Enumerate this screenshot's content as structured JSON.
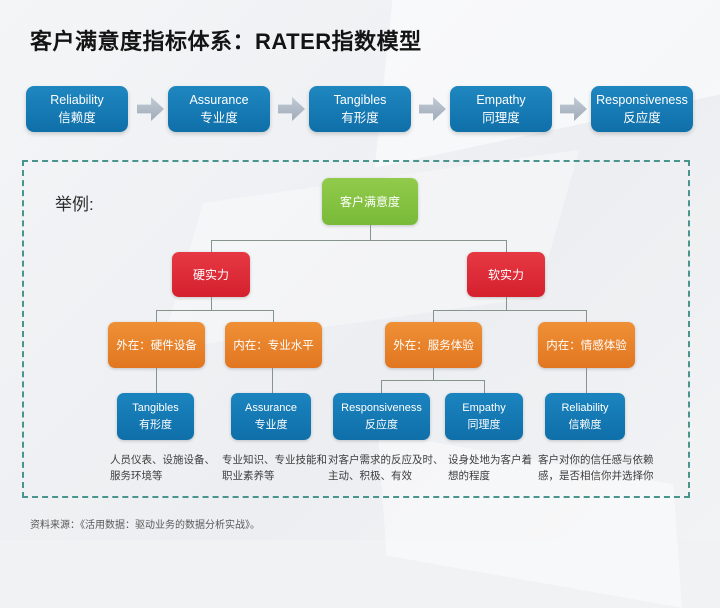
{
  "slide": {
    "title": "客户满意度指标体系：RATER指数模型",
    "source_note": "资料来源：《活用数据：驱动业务的数据分析实战》。"
  },
  "rater_flow": [
    {
      "en": "Reliability",
      "cn": "信赖度"
    },
    {
      "en": "Assurance",
      "cn": "专业度"
    },
    {
      "en": "Tangibles",
      "cn": "有形度"
    },
    {
      "en": "Empathy",
      "cn": "同理度"
    },
    {
      "en": "Responsiveness",
      "cn": "反应度"
    }
  ],
  "example": {
    "label": "举例:",
    "tree": {
      "root": "客户满意度",
      "branches": [
        "硬实力",
        "软实力"
      ],
      "aspects": [
        "外在：硬件设备",
        "内在：专业水平",
        "外在：服务体验",
        "内在：情感体验"
      ],
      "metrics": [
        {
          "en": "Tangibles",
          "cn": "有形度",
          "desc": "人员仪表、设施设备、服务环境等"
        },
        {
          "en": "Assurance",
          "cn": "专业度",
          "desc": "专业知识、专业技能和职业素养等"
        },
        {
          "en": "Responsiveness",
          "cn": "反应度",
          "desc": "对客户需求的反应及时、主动、积极、有效"
        },
        {
          "en": "Empathy",
          "cn": "同理度",
          "desc": "设身处地为客户着想的程度"
        },
        {
          "en": "Reliability",
          "cn": "信赖度",
          "desc": "客户对你的信任感与依赖感，是否相信你并选择你"
        }
      ]
    }
  },
  "colors": {
    "box_blue": "#1477b0",
    "box_green": "#84c141",
    "box_red": "#e02b3c",
    "box_orange": "#e8832e",
    "panel_border_teal": "#4a948e",
    "arrow_gray": "#aab6c2"
  }
}
